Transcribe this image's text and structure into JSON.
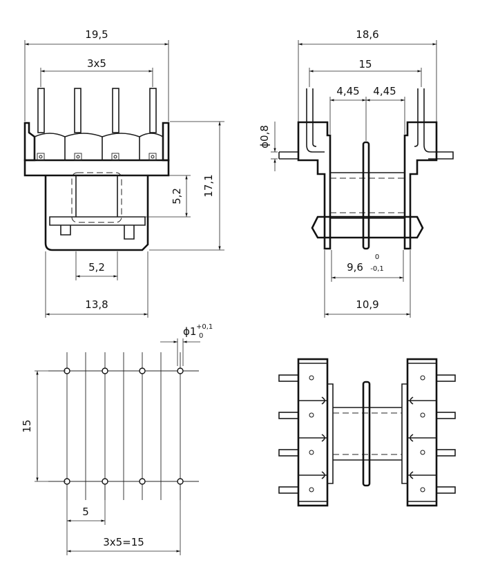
{
  "views": {
    "front": {
      "width_overall": "19,5",
      "pin_pitch": "3x5",
      "height_overall": "17,1",
      "core_height": "5,2",
      "core_width": "5,2",
      "base_width": "13,8"
    },
    "side": {
      "width_overall": "18,6",
      "pin_span": "15",
      "spacing_left": "4,45",
      "spacing_right": "4,45",
      "pin_diameter": "ϕ0,8",
      "bobbin_width": "9,6",
      "tol_upper": "0",
      "tol_lower": "-0,1",
      "flange_width": "10,9"
    },
    "footprint": {
      "hole_diameter": "ϕ1",
      "hole_tol_upper": "+0,1",
      "hole_tol_lower": "0",
      "row_spacing": "15",
      "pitch": "5",
      "total": "3x5=15"
    }
  }
}
